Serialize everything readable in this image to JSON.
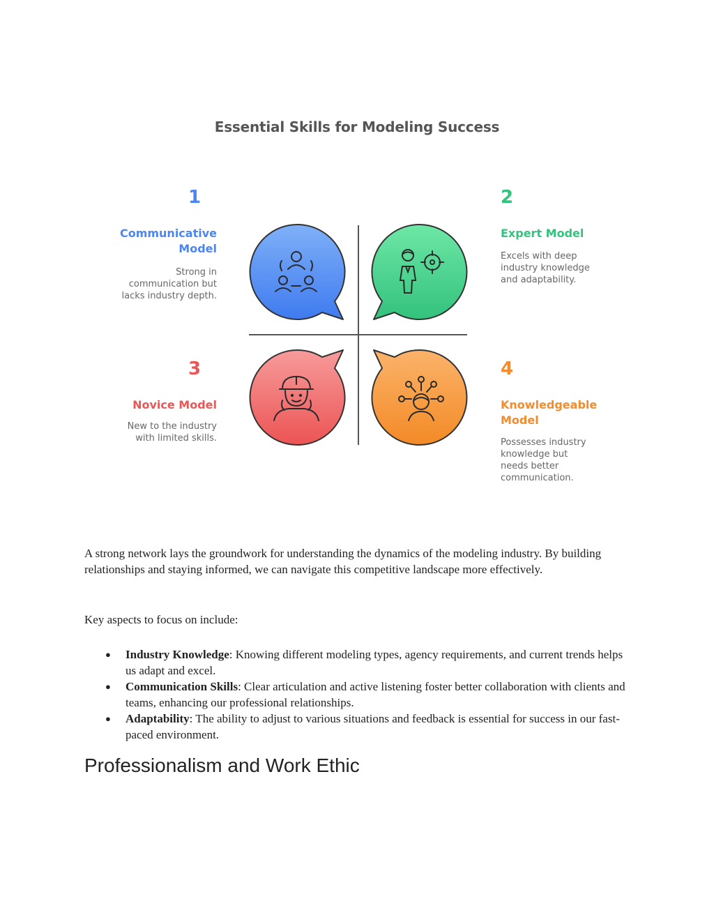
{
  "figure": {
    "title": "Essential Skills for Modeling Success",
    "quadrants": [
      {
        "number": "1",
        "title": "Communicative Model",
        "title_line1": "Communicative",
        "title_line2": "Model",
        "desc_lines": [
          "Strong in",
          "communication but",
          "lacks industry depth."
        ],
        "color": "#4b86f2"
      },
      {
        "number": "2",
        "title": "Expert Model",
        "desc_lines": [
          "Excels with deep",
          "industry knowledge",
          "and adaptability."
        ],
        "color": "#34c37e"
      },
      {
        "number": "3",
        "title": "Novice Model",
        "desc_lines": [
          "New to the industry",
          "with limited skills."
        ],
        "color": "#ec5656"
      },
      {
        "number": "4",
        "title": "Knowledgeable Model",
        "title_line1": "Knowledgeable",
        "title_line2": "Model",
        "desc_lines": [
          "Possesses industry",
          "knowledge but",
          "needs better",
          "communication."
        ],
        "color": "#f28c2c"
      }
    ],
    "icons": [
      "group-communication-icon",
      "expert-target-icon",
      "worker-helmet-icon",
      "idea-network-icon"
    ]
  },
  "body": {
    "paragraph1": "A strong network lays the groundwork for understanding the dynamics of the modeling industry. By building relationships and staying informed, we can navigate this competitive landscape more effectively.",
    "paragraph2": "Key aspects to focus on include:",
    "bullets": [
      {
        "term": "Industry Knowledge",
        "text": ": Knowing different modeling types, agency requirements, and current trends helps us adapt and excel."
      },
      {
        "term": "Communication Skills",
        "text": ": Clear articulation and active listening foster better collaboration with clients and teams, enhancing our professional relationships."
      },
      {
        "term": "Adaptability",
        "text": ": The ability to adjust to various situations and feedback is essential for success in our fast-paced environment."
      }
    ],
    "bullet_glyph": "●",
    "heading": "Professionalism and Work Ethic"
  }
}
